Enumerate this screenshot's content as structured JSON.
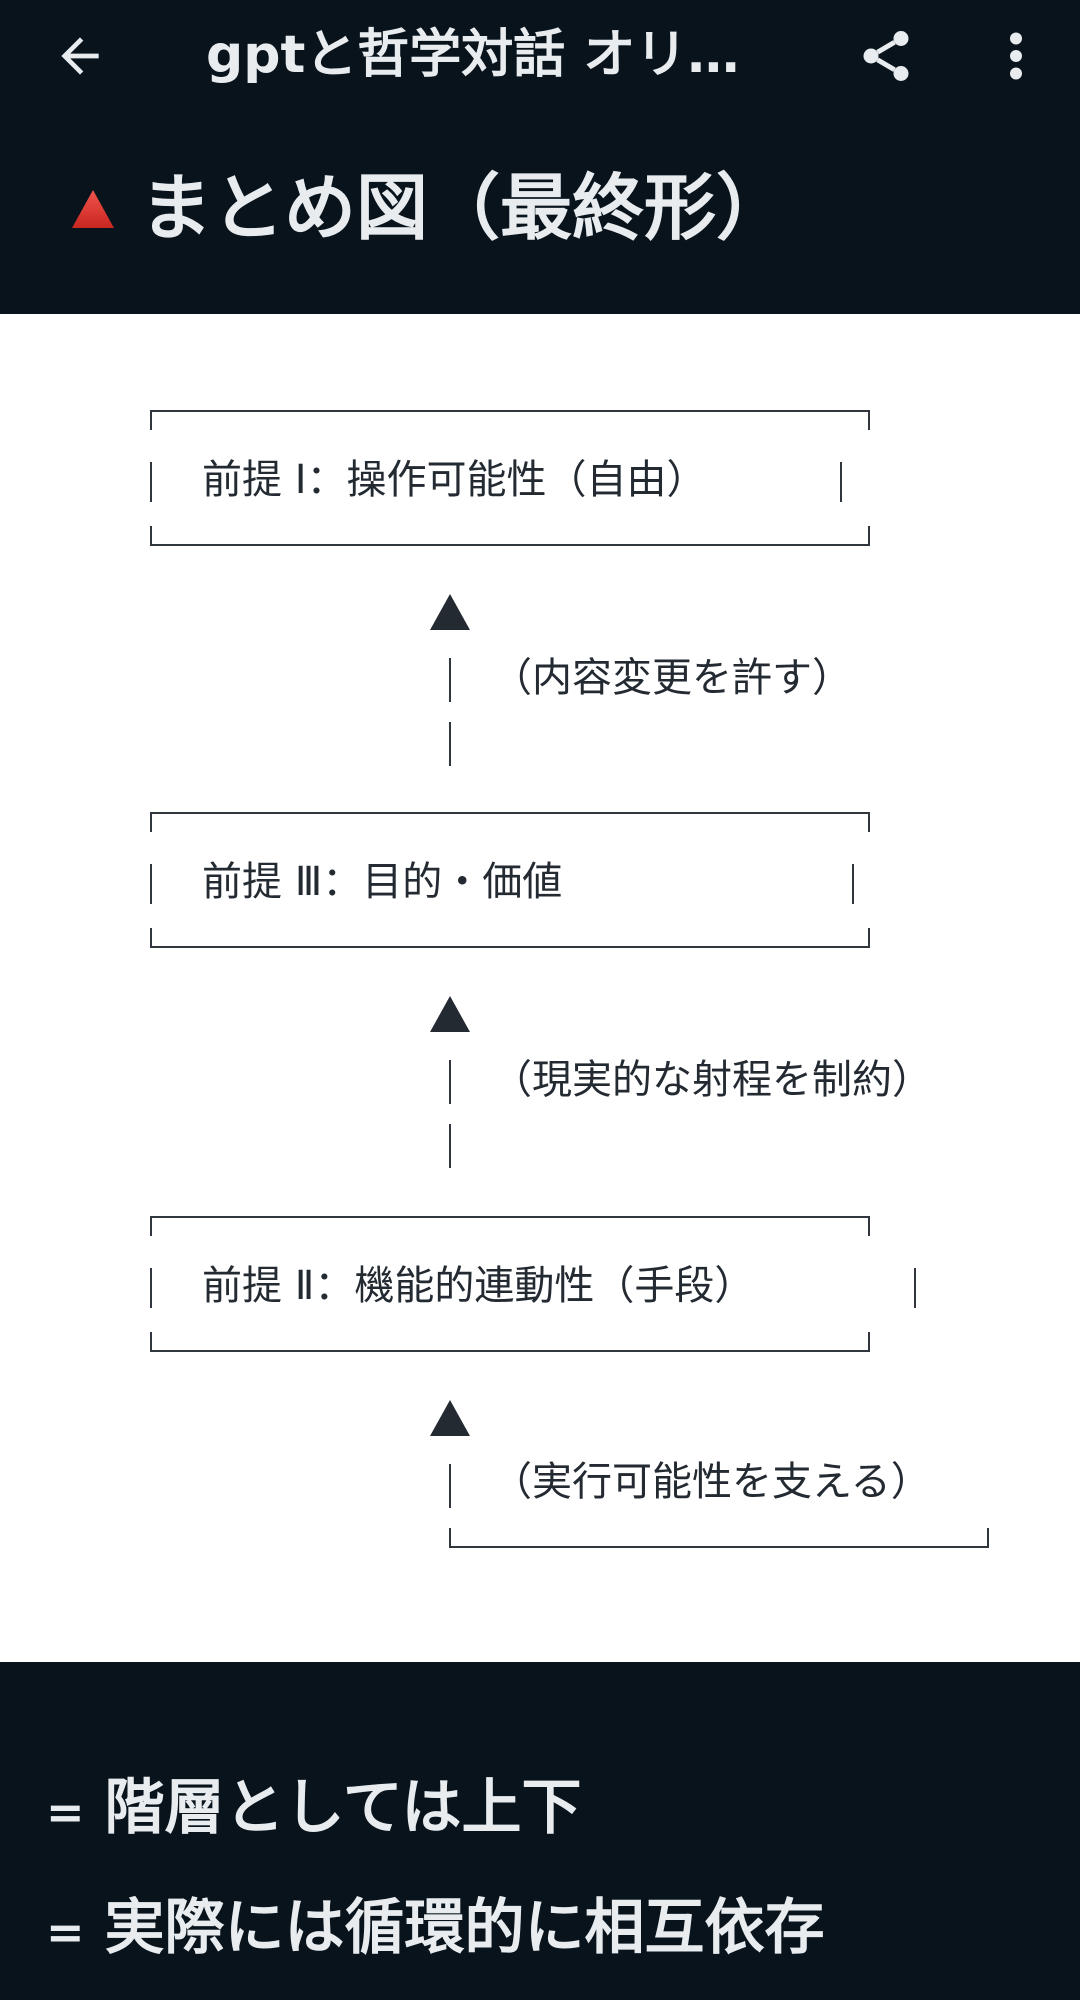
{
  "appbar": {
    "title": "gptと哲学対話 オリ…",
    "back_icon": "arrow-left-icon",
    "share_icon": "share-icon",
    "more_icon": "more-vertical-icon"
  },
  "heading": {
    "icon": "red-triangle-icon",
    "text": "まとめ図（最終形）"
  },
  "diagram": {
    "boxes": [
      {
        "label": "前提 Ⅰ：操作可能性（自由）"
      },
      {
        "label": "前提 Ⅲ：目的・価値"
      },
      {
        "label": "前提 Ⅱ：機能的連動性（手段）"
      }
    ],
    "notes": [
      "（内容変更を許す）",
      "（現実的な射程を制約）",
      "（実行可能性を支える）"
    ]
  },
  "summary": {
    "lines": [
      {
        "prefix": "=",
        "text": "階層としては上下"
      },
      {
        "prefix": "=",
        "text": "実際には循環的に相互依存"
      }
    ]
  },
  "colors": {
    "background_dark": "#08131c",
    "code_background": "#ffffff",
    "text_light": "#e8ecef",
    "text_dark": "#232a31",
    "triangle_red": "#d9302b"
  }
}
